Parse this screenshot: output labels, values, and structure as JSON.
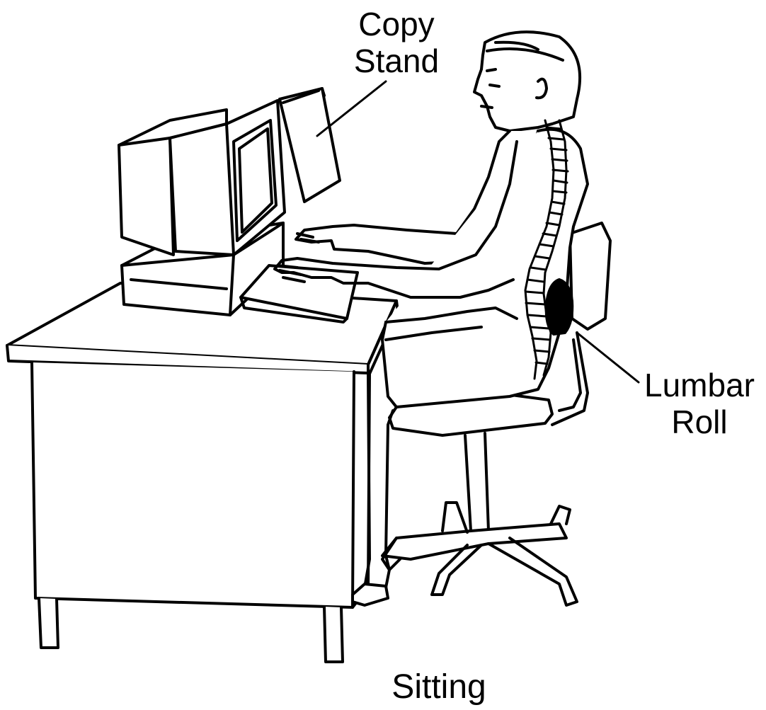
{
  "labels": {
    "copy_stand_line1": "Copy",
    "copy_stand_line2": "Stand",
    "lumbar_roll_line1": "Lumbar",
    "lumbar_roll_line2": "Roll",
    "caption": "Sitting"
  },
  "colors": {
    "ink": "#000000",
    "paper": "#ffffff",
    "lumbar_roll_fill": "#000000"
  }
}
